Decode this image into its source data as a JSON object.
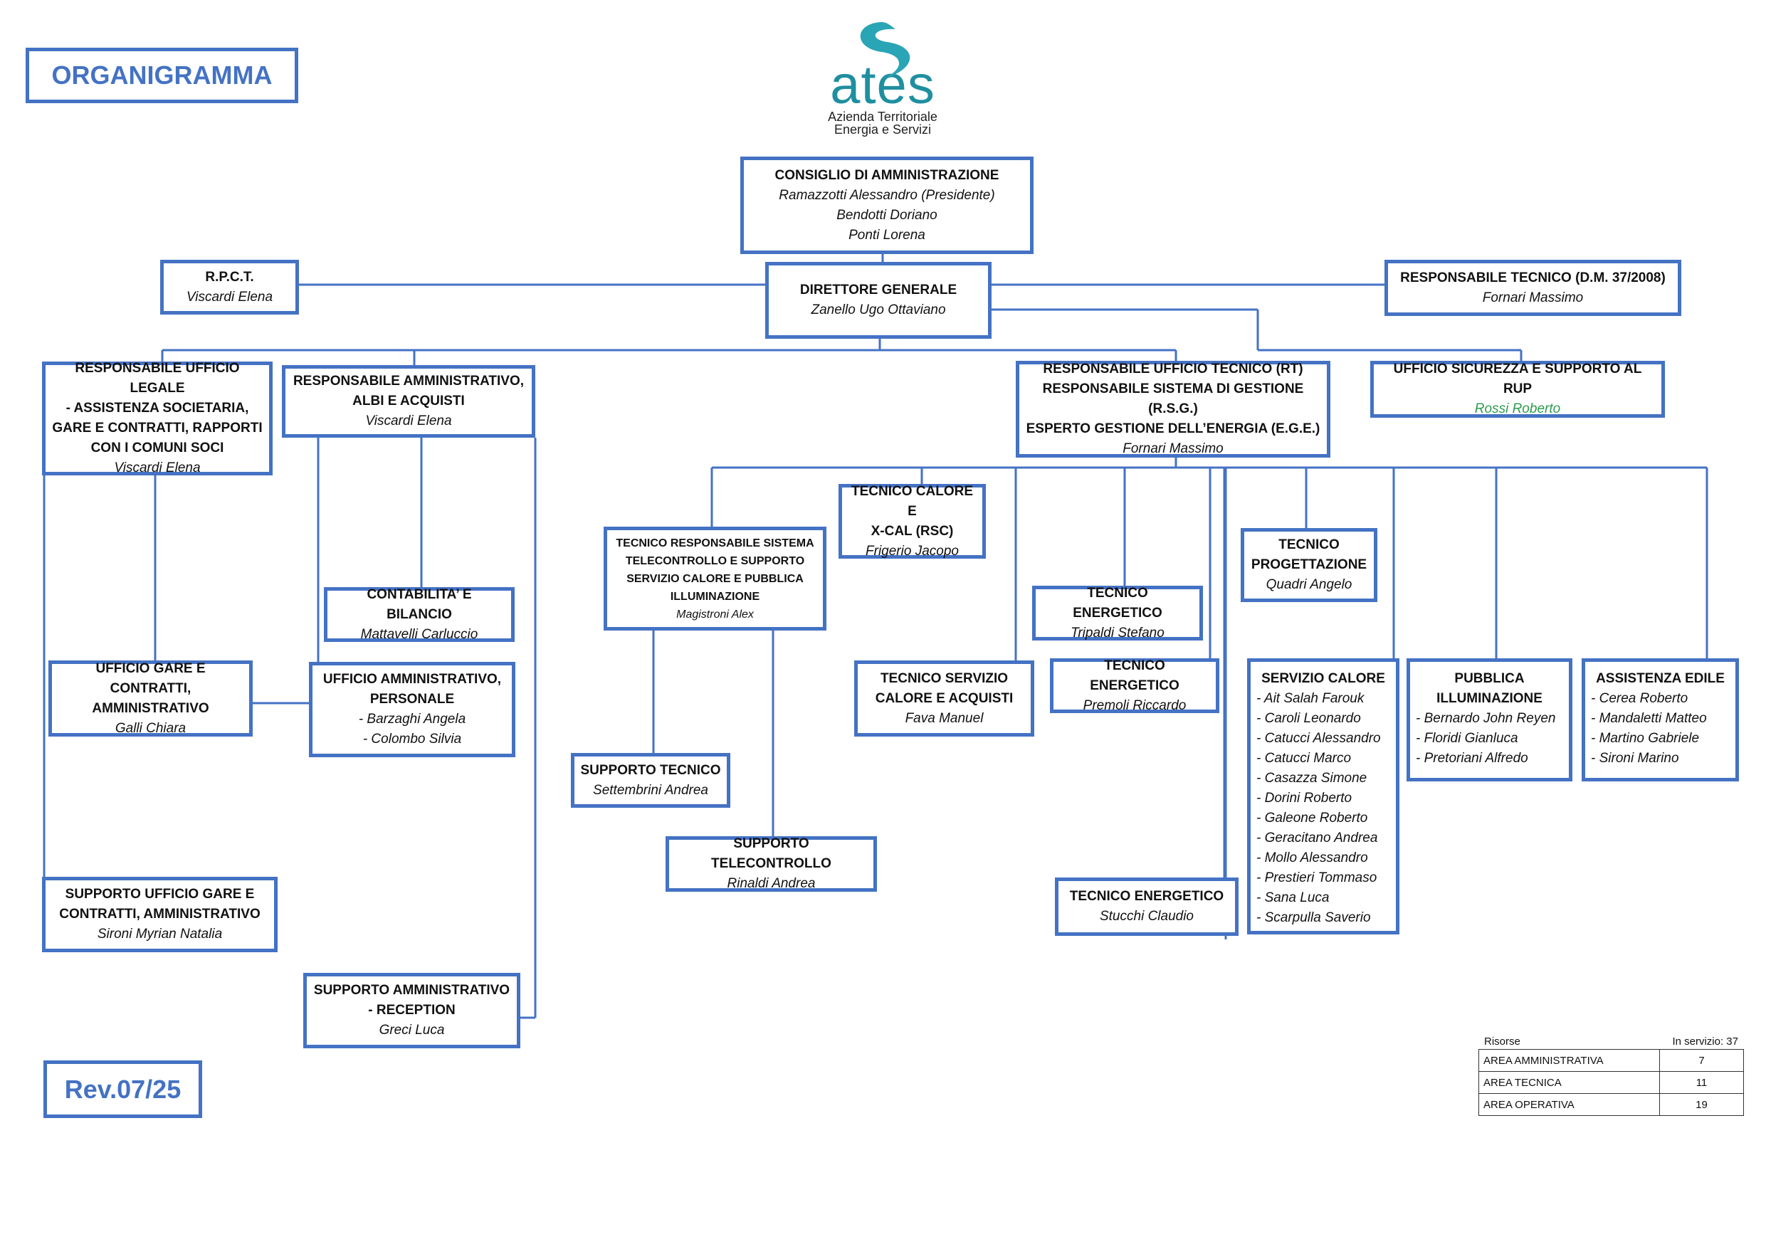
{
  "title": "ORGANIGRAMMA",
  "revision": "Rev.07/25",
  "logo": {
    "word": "ates",
    "subtitle_line1": "Azienda Territoriale",
    "subtitle_line2": "Energia e Servizi",
    "color": "#1f8fa0"
  },
  "colors": {
    "border": "#4472c4",
    "green_name": "#2e9b4e"
  },
  "cda": {
    "title": "CONSIGLIO DI AMMINISTRAZIONE",
    "members": [
      "Ramazzotti Alessandro (Presidente)",
      "Bendotti Doriano",
      "Ponti Lorena"
    ]
  },
  "rpct": {
    "title": "R.P.C.T.",
    "person": "Viscardi Elena"
  },
  "dg": {
    "title": "DIRETTORE GENERALE",
    "person": "Zanello Ugo Ottaviano"
  },
  "resp_tecnico": {
    "title": "RESPONSABILE TECNICO (D.M. 37/2008)",
    "person": "Fornari Massimo"
  },
  "legale": {
    "title_lines": [
      "RESPONSABILE UFFICIO LEGALE",
      "- ASSISTENZA SOCIETARIA,",
      "GARE E CONTRATTI, RAPPORTI",
      "CON I COMUNI SOCI"
    ],
    "person": "Viscardi Elena"
  },
  "amministrativo": {
    "title_lines": [
      "RESPONSABILE AMMINISTRATIVO,",
      "ALBI E ACQUISTI"
    ],
    "person": "Viscardi Elena"
  },
  "tecnico_rt": {
    "title_lines": [
      "RESPONSABILE UFFICIO TECNICO (RT)",
      "RESPONSABILE SISTEMA DI GESTIONE (R.S.G.)",
      "ESPERTO GESTIONE DELL’ENERGIA (E.G.E.)"
    ],
    "person": "Fornari Massimo"
  },
  "sicurezza": {
    "title": "UFFICIO SICUREZZA E SUPPORTO AL RUP",
    "person": "Rossi Roberto"
  },
  "contabilita": {
    "title": "CONTABILITA’ E BILANCIO",
    "person": "Mattavelli Carluccio"
  },
  "gare": {
    "title_lines": [
      "UFFICIO GARE E CONTRATTI,",
      "AMMINISTRATIVO"
    ],
    "person": "Galli Chiara"
  },
  "uff_amm": {
    "title_lines": [
      "UFFICIO AMMINISTRATIVO,",
      "PERSONALE"
    ],
    "people": [
      "- Barzaghi Angela",
      "- Colombo Silvia"
    ]
  },
  "supp_gare": {
    "title_lines": [
      "SUPPORTO UFFICIO GARE E",
      "CONTRATTI, AMMINISTRATIVO"
    ],
    "person": "Sironi Myrian Natalia"
  },
  "supp_amm": {
    "title_lines": [
      "SUPPORTO AMMINISTRATIVO",
      "- RECEPTION"
    ],
    "person": "Greci Luca"
  },
  "telecontrollo": {
    "title_lines": [
      "TECNICO RESPONSABILE SISTEMA",
      "TELECONTROLLO E SUPPORTO",
      "SERVIZIO CALORE E PUBBLICA",
      "ILLUMINAZIONE"
    ],
    "person": "Magistroni Alex"
  },
  "calore_xcal": {
    "title_lines": [
      "TECNICO CALORE E",
      "X-CAL (RSC)"
    ],
    "person": "Frigerio Jacopo"
  },
  "supp_tecnico": {
    "title": "SUPPORTO TECNICO",
    "person": "Settembrini Andrea"
  },
  "supp_telecontrollo": {
    "title": "SUPPORTO TELECONTROLLO",
    "person": "Rinaldi Andrea"
  },
  "serv_calore_acq": {
    "title_lines": [
      "TECNICO SERVIZIO",
      "CALORE E ACQUISTI"
    ],
    "person": "Fava Manuel"
  },
  "energetico1": {
    "title": "TECNICO ENERGETICO",
    "person": "Tripaldi Stefano"
  },
  "energetico2": {
    "title": "TECNICO ENERGETICO",
    "person": "Premoli Riccardo"
  },
  "energetico3": {
    "title": "TECNICO ENERGETICO",
    "person": "Stucchi Claudio"
  },
  "progettazione": {
    "title_lines": [
      "TECNICO",
      "PROGETTAZIONE"
    ],
    "person": "Quadri Angelo"
  },
  "servizio_calore": {
    "title": "SERVIZIO CALORE",
    "people": [
      "- Ait Salah Farouk",
      "- Caroli Leonardo",
      "- Catucci Alessandro",
      "- Catucci Marco",
      "- Casazza Simone",
      "- Dorini Roberto",
      "- Galeone Roberto",
      "- Geracitano Andrea",
      "- Mollo Alessandro",
      "- Prestieri Tommaso",
      "- Sana Luca",
      "- Scarpulla Saverio"
    ]
  },
  "illuminazione": {
    "title_lines": [
      "PUBBLICA",
      "ILLUMINAZIONE"
    ],
    "people": [
      "- Bernardo John Reyen",
      "- Floridi Gianluca",
      "- Pretoriani Alfredo"
    ]
  },
  "edile": {
    "title": "ASSISTENZA EDILE",
    "people": [
      "- Cerea Roberto",
      "- Mandaletti Matteo",
      "- Martino Gabriele",
      "- Sironi Marino"
    ]
  },
  "resources": {
    "label": "Risorse",
    "in_service": "In servizio: 37",
    "rows": [
      {
        "area": "AREA AMMINISTRATIVA",
        "count": "7"
      },
      {
        "area": "AREA TECNICA",
        "count": "11"
      },
      {
        "area": "AREA OPERATIVA",
        "count": "19"
      }
    ]
  }
}
